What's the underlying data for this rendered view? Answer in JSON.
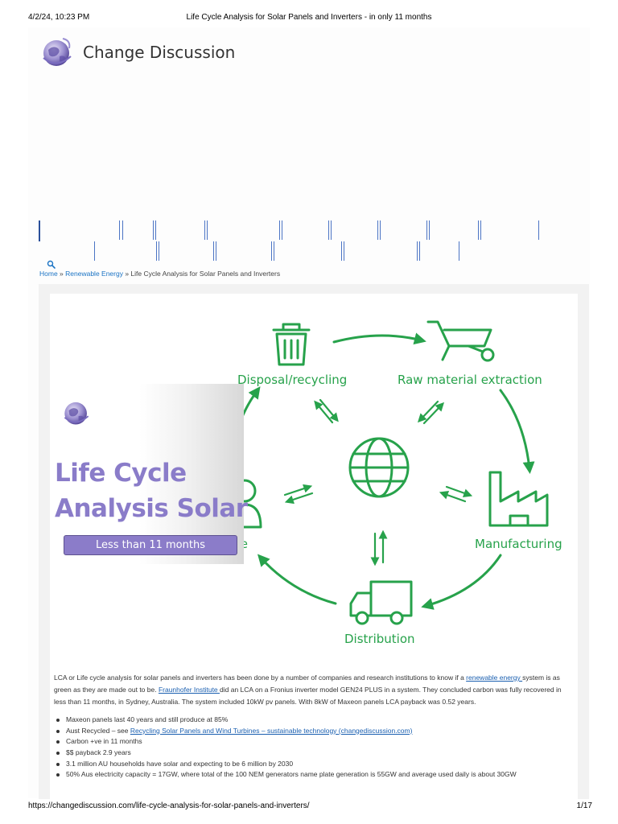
{
  "print_header": {
    "datetime": "4/2/24, 10:23 PM",
    "title": "Life Cycle Analysis for Solar Panels and Inverters - in only 11 months"
  },
  "print_footer": {
    "url": "https://changediscussion.com/life-cycle-analysis-for-solar-panels-and-inverters/",
    "page": "1/17"
  },
  "site": {
    "name": "Change Discussion",
    "logo_icon": "globe-logo-icon"
  },
  "breadcrumb": {
    "home": "Home",
    "sep1": " » ",
    "category": "Renewable Energy",
    "sep2": " » ",
    "current": "Life Cycle Analysis for Solar Panels and Inverters"
  },
  "diagram": {
    "stages": {
      "disposal": "Disposal/recycling",
      "raw": "Raw material extraction",
      "manufacturing": "Manufacturing",
      "distribution": "Distribution",
      "use": "Use"
    },
    "accent_color": "#27a24b"
  },
  "promo": {
    "title_line1": "Life Cycle",
    "title_line2": "Analysis Solar",
    "badge": "Less than 11 months",
    "title_color": "#8a7cc9"
  },
  "article": {
    "p1_a": "LCA or Life cycle analysis for solar panels and inverters has been done by a number of companies and research institutions to know if a ",
    "p1_link1": "renewable energy ",
    "p1_b": "system is as green as they are made out to be. ",
    "p1_link2": "Fraunhofer Institute ",
    "p1_c": "did an LCA on a Fronius inverter model GEN24 PLUS in a system. They concluded carbon was fully recovered in less than 11 months, in Sydney, Australia. The system included 10kW pv panels. With 8kW of Maxeon panels LCA payback was 0.52 years."
  },
  "bullets": {
    "b1": "Maxeon panels last 40 years and still produce at 85%",
    "b2_a": "Aust Recycled – see ",
    "b2_link": "Recycling Solar Panels and Wind Turbines – sustainable technology (changediscussion.com)",
    "b3": "Carbon +ve in 11 months",
    "b4": "$$ payback 2.9 years",
    "b5": "3.1 million AU households have solar and expecting to be 6 million by 2030",
    "b6": "50% Aus electricity capacity = 17GW, where total of the 100 NEM generators name plate generation is 55GW and average used daily is about 30GW"
  }
}
